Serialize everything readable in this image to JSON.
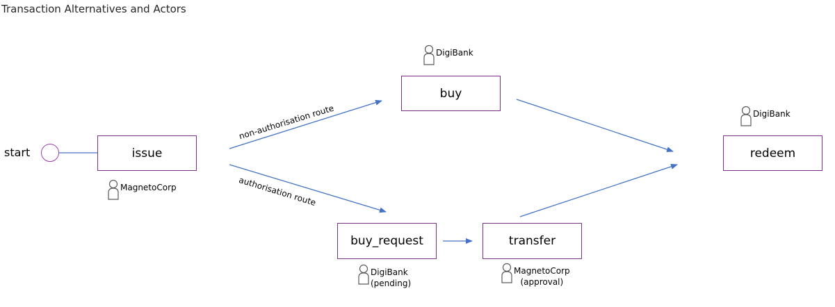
{
  "title": "Transaction Alternatives and Actors",
  "start_label": "start",
  "nodes": {
    "issue": "issue",
    "buy": "buy",
    "buy_request": "buy_request",
    "transfer": "transfer",
    "redeem": "redeem"
  },
  "actors": {
    "issue": "MagnetoCorp",
    "buy": "DigiBank",
    "redeem": "DigiBank",
    "buy_request": "DigiBank",
    "buy_request_note": "(pending)",
    "transfer": "MagnetoCorp",
    "transfer_note": "(approval)"
  },
  "routes": {
    "upper": "non-authorisation route",
    "lower": "authorisation route"
  },
  "colors": {
    "box_border": "#7b2e86",
    "start_circle": "#9b3fa8",
    "arrow": "#4472c4",
    "actor_icon": "#595959"
  },
  "icon_names": {
    "actor": "person-icon"
  }
}
